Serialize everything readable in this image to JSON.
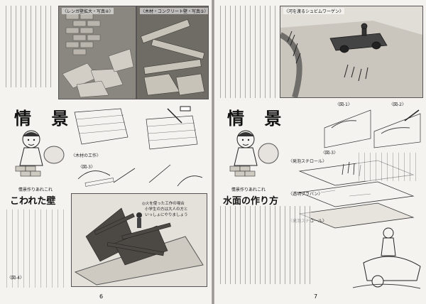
{
  "left_page": {
    "photo_captions": {
      "brick": "〈レンガ壁拡大・写真④〉",
      "wood": "〈木材・コンクリート壁・写真⑤〉"
    },
    "heading": "情 景",
    "heading_sub": "情景作りあれこれ",
    "title": "こわれた壁",
    "illus_labels": {
      "wood_work": "〈木材の工作〉",
      "fig3": "〈図-3〉",
      "fire_note": "◎火を使った工作の場合",
      "fire_note2": "小学生の方は大人の方と",
      "fire_note3": "いっしょにやりましょう",
      "fig4": "〈図-4〉"
    },
    "page_number": "6"
  },
  "right_page": {
    "photo_caption": "〈河を渡るシュビムワーゲン〉",
    "heading": "情 景",
    "heading_sub": "情景作りあれこれ",
    "title": "水面の作り方",
    "fig1": "〈図-1〉",
    "fig2": "〈図-2〉",
    "fig3": "〈図-3〉",
    "labels": {
      "styrene_sheet": "〈発泡スチロール〉",
      "clear_plate": "〈透明プラバン〉",
      "styrene": "〈発泡スチロール〉"
    },
    "page_number": "7"
  }
}
